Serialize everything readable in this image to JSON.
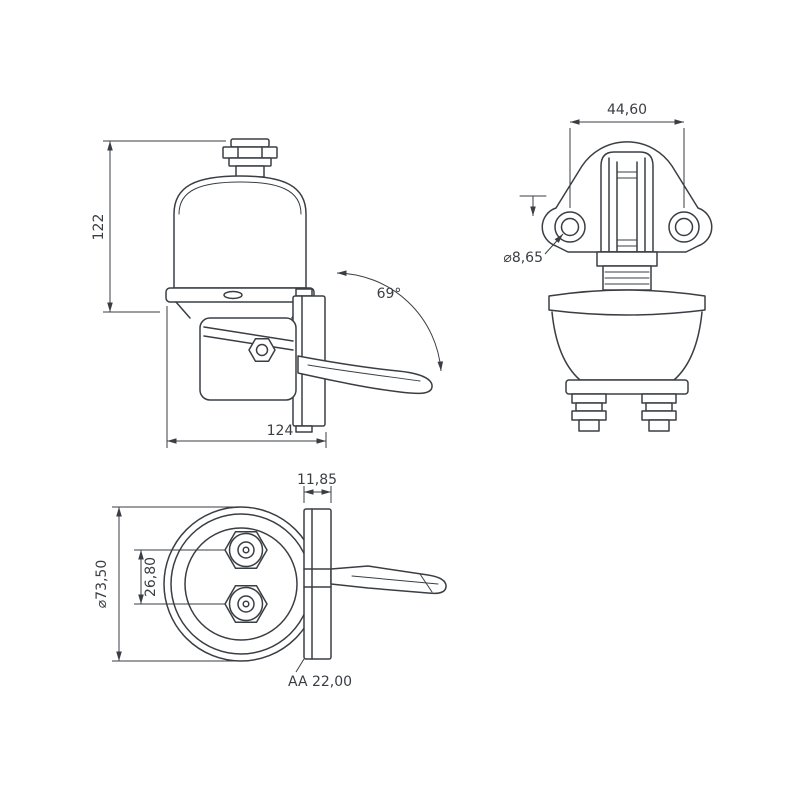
{
  "canvas": {
    "background": "#ffffff",
    "line_color": "#3a3e43"
  },
  "views": {
    "front": {
      "dims": {
        "height": "122",
        "width": "124",
        "lever_angle": "69°"
      }
    },
    "side": {
      "dims": {
        "flange_width": "44,60",
        "hole_diameter": "⌀8,65"
      }
    },
    "top": {
      "dims": {
        "body_diameter": "⌀73,50",
        "port_spacing": "26,80",
        "flange_offset": "11,85",
        "section": "AA 22,00"
      }
    }
  }
}
